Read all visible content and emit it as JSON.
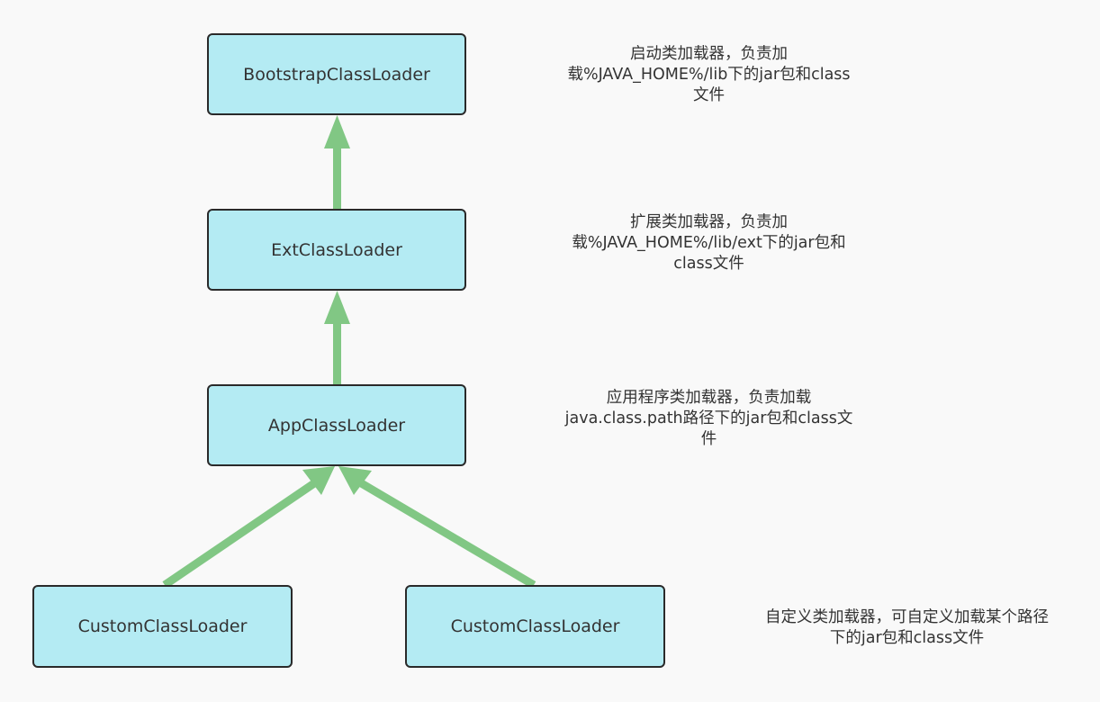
{
  "colors": {
    "box_fill": "#b4ebf3",
    "box_border": "#2a2a2a",
    "arrow": "#81c784",
    "background": "#f9f9f9",
    "text": "#333333"
  },
  "nodes": {
    "bootstrap": "BootstrapClassLoader",
    "ext": "ExtClassLoader",
    "app": "AppClassLoader",
    "custom_left": "CustomClassLoader",
    "custom_right": "CustomClassLoader"
  },
  "notes": {
    "bootstrap": [
      "启动类加载器，负责加",
      "载%JAVA_HOME%/lib下的jar包和class",
      "文件"
    ],
    "ext": [
      "扩展类加载器，负责加",
      "载%JAVA_HOME%/lib/ext下的jar包和",
      "class文件"
    ],
    "app": [
      "应用程序类加载器，负责加载",
      "java.class.path路径下的jar包和class文",
      "件"
    ],
    "custom": [
      "自定义类加载器，可自定义加载某个路径",
      "下的jar包和class文件"
    ]
  }
}
